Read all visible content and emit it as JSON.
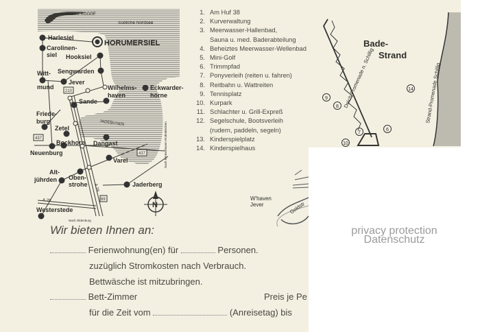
{
  "map": {
    "island": "WANGEROOGE",
    "sea": "Südliche Nordsee",
    "bay": "JADEBUSEN",
    "main_town": "HORUMERSIEL",
    "places": {
      "harlesiel": "Harlesiel",
      "carolinensiel_1": "Carolinen-",
      "carolinensiel_2": "siel",
      "hooksiel": "Hooksiel",
      "sengwarden": "Sengwarden",
      "wittmund_1": "Witt-",
      "wittmund_2": "mund",
      "jever": "Jever",
      "wilhelmshaven_1": "Wilhelms-",
      "wilhelmshaven_2": "haven",
      "eckwarderhoerne_1": "Eckwarder-",
      "eckwarderhoerne_2": "hörne",
      "sande": "Sande",
      "friedeburg_1": "Friede-",
      "friedeburg_2": "burg",
      "zetel": "Zetel",
      "bockhorn": "Bockhorn",
      "neuenburg": "Neuenburg",
      "dangast": "Dangast",
      "varel": "Varel",
      "altjuehrden_1": "Alt-",
      "altjuehrden_2": "jührden",
      "obenstrohe_1": "Oben-",
      "obenstrohe_2": "strohe",
      "jaderberg": "Jaderberg",
      "westerstede": "Westerstede"
    },
    "roads": {
      "b210": "210",
      "b437a": "437",
      "b437b": "437",
      "a29": "A 29",
      "a28": "A 28",
      "b69": "69"
    },
    "directions": {
      "oldenburg": "Nach Oldenburg",
      "bremerhaven": "Nach Bremerhaven Rodenkirchen"
    },
    "compass": "N"
  },
  "legend": [
    {
      "n": "1.",
      "text": "Am Huf 38"
    },
    {
      "n": "2.",
      "text": "Kurverwaltung"
    },
    {
      "n": "3.",
      "text": "Meerwasser-Hallenbad,"
    },
    {
      "n": "",
      "text": "Sauna u. med. Baderabteilung"
    },
    {
      "n": "4.",
      "text": "Beheiztes Meerwasser-Wellenbad"
    },
    {
      "n": "5.",
      "text": "Mini-Golf"
    },
    {
      "n": "6.",
      "text": "Trimmpfad"
    },
    {
      "n": "7.",
      "text": "Ponyverleih (reiten u. fahren)"
    },
    {
      "n": "8.",
      "text": "Reitbahn u. Wattreiten"
    },
    {
      "n": "9.",
      "text": "Tennisplatz"
    },
    {
      "n": "10.",
      "text": "Kurpark"
    },
    {
      "n": "11.",
      "text": "Schlachter u. Grill-Expreß"
    },
    {
      "n": "12.",
      "text": "Segelschule, Bootsverleih"
    },
    {
      "n": "",
      "text": "(rudern, paddeln, segeln)"
    },
    {
      "n": "13.",
      "text": "Kinderspielplatz"
    },
    {
      "n": "14.",
      "text": "Kinderspielhaus"
    }
  ],
  "local_map": {
    "beach_1": "Bade-",
    "beach_2": "Strand",
    "dike_path": "Deich-Promenade n. Schillig",
    "beach_path": "Strand-Promenade  Schillig",
    "markers": [
      "9",
      "8",
      "14",
      "7",
      "6",
      "10"
    ],
    "whaven_1": "W'haven",
    "whaven_2": "Jever",
    "street": "Goldstr"
  },
  "offer": {
    "heading": "Wir bieten Ihnen an:",
    "line1a": "Ferienwohnung(en) für",
    "line1b": "Personen.",
    "line2": "zuzüglich Stromkosten nach Verbrauch.",
    "line3": "Bettwäsche ist mitzubringen.",
    "line4a": "Bett-Zimmer",
    "line4b": "Preis je Pe",
    "line5a": "für die Zeit vom",
    "line5b": "(Anreisetag) bis"
  },
  "privacy": {
    "line1": "privacy protection",
    "line2": "Datenschutz"
  }
}
